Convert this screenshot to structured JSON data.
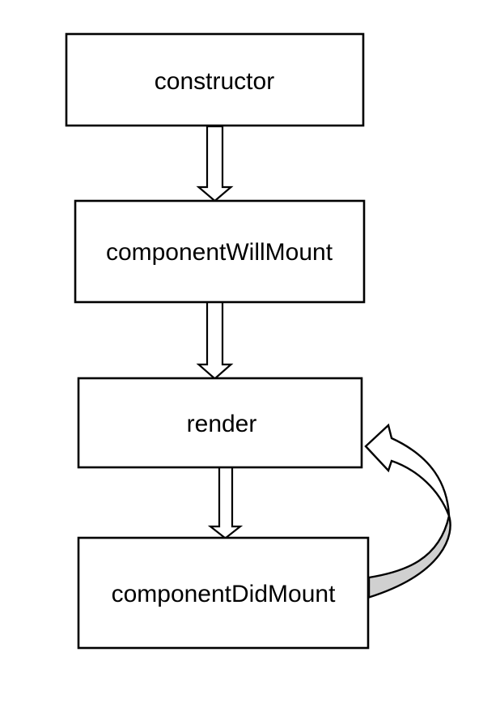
{
  "diagram": {
    "description": "Component lifecycle flowchart",
    "colors": {
      "background": "#ffffff",
      "node_fill": "#ffffff",
      "stroke": "#000000",
      "text": "#000000",
      "ribbon_back_fill": "#d0d0d0"
    },
    "nodes": [
      {
        "id": "constructor",
        "label": "constructor"
      },
      {
        "id": "componentWillMount",
        "label": "componentWillMount"
      },
      {
        "id": "render",
        "label": "render"
      },
      {
        "id": "componentDidMount",
        "label": "componentDidMount"
      }
    ],
    "edges": [
      {
        "from": "constructor",
        "to": "componentWillMount",
        "type": "block-arrow-down"
      },
      {
        "from": "componentWillMount",
        "to": "render",
        "type": "block-arrow-down"
      },
      {
        "from": "render",
        "to": "componentDidMount",
        "type": "block-arrow-down"
      },
      {
        "from": "componentDidMount",
        "to": "render",
        "type": "curved-ribbon-arrow"
      }
    ]
  }
}
